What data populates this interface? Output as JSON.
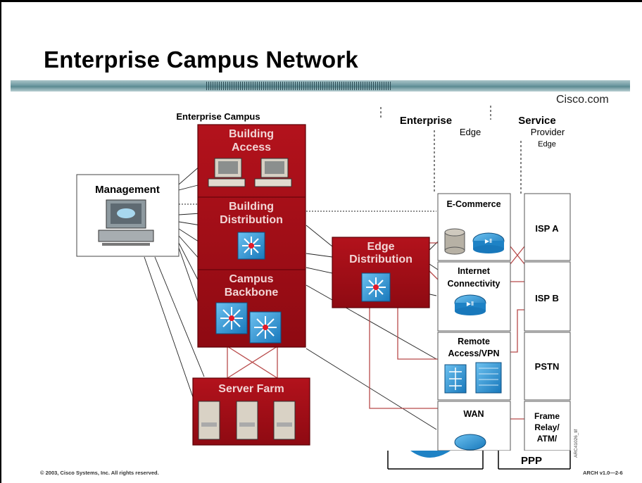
{
  "slide": {
    "title": "Enterprise Campus Network",
    "brand_link": "Cisco.com",
    "copyright": "© 2003, Cisco Systems, Inc. All rights reserved.",
    "course_code": "ARCH v1.0—2-6",
    "side_code": "ARC41026_tif"
  },
  "diagram": {
    "header_campus": "Enterprise Campus",
    "header_edge_line1": "Enterprise",
    "header_edge_line2": "Edge",
    "header_sp_line1": "Service",
    "header_sp_line2": "Provider",
    "header_sp_line3": "Edge",
    "management": "Management",
    "building_access_1": "Building",
    "building_access_2": "Access",
    "building_distribution_1": "Building",
    "building_distribution_2": "Distribution",
    "campus_backbone_1": "Campus",
    "campus_backbone_2": "Backbone",
    "server_farm": "Server Farm",
    "edge_distribution_1": "Edge",
    "edge_distribution_2": "Distribution",
    "ecommerce": "E-Commerce",
    "internet_1": "Internet",
    "internet_2": "Connectivity",
    "remote_1": "Remote",
    "remote_2": "Access/VPN",
    "wan": "WAN",
    "isp_a": "ISP A",
    "isp_b": "ISP B",
    "pstn": "PSTN",
    "frame_1": "Frame",
    "frame_2": "Relay/",
    "frame_3": "ATM/",
    "ppp": "PPP"
  },
  "colors": {
    "module_red": "#a30f18",
    "module_border": "#5a0006",
    "device_blue": "#2a8fd0",
    "link_red": "#b84a4a"
  }
}
